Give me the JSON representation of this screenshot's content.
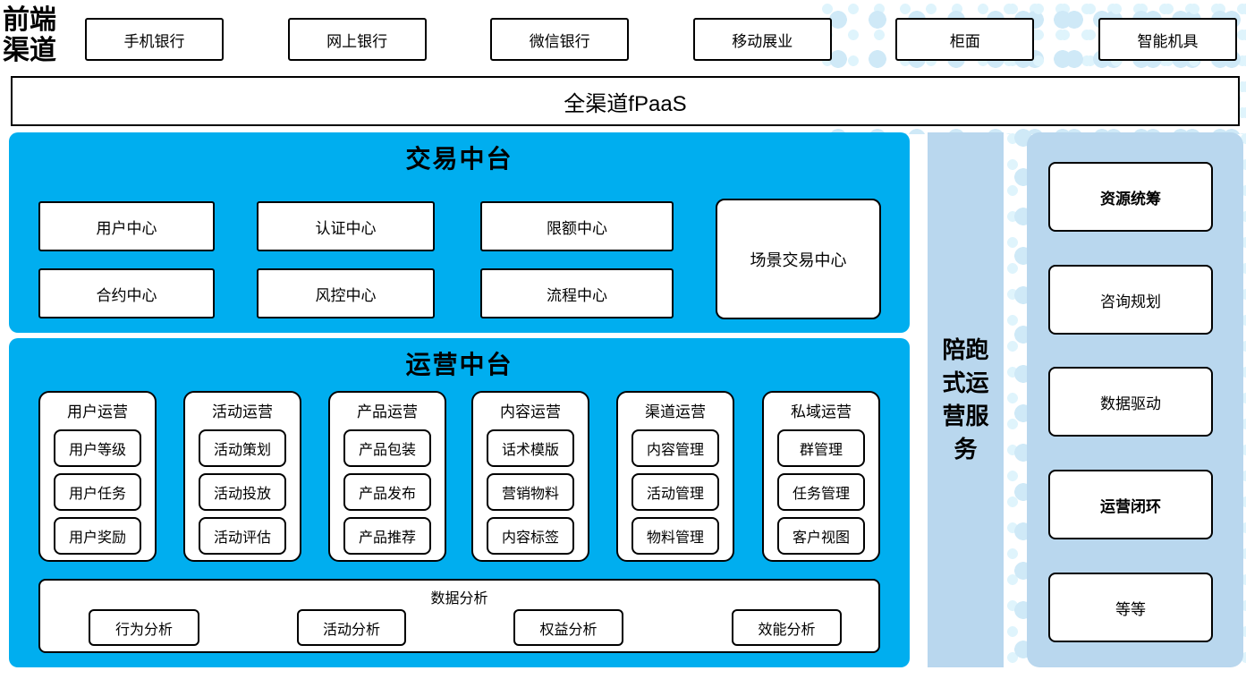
{
  "colors": {
    "platform_blue": "#00aeef",
    "panel_blue": "#b9d7ee",
    "dot_blue_large": "#cfe9f7",
    "dot_blue_small": "#dff4fc",
    "border": "#000000"
  },
  "front_channels": {
    "label": "前端渠道",
    "items": [
      "手机银行",
      "网上银行",
      "微信银行",
      "移动展业",
      "柜面",
      "智能机具"
    ]
  },
  "fpaas": {
    "label": "全渠道fPaaS"
  },
  "trade_platform": {
    "title": "交易中台",
    "centers": [
      "用户中心",
      "认证中心",
      "限额中心",
      "合约中心",
      "风控中心",
      "流程中心"
    ],
    "scene_center": "场景交易中心"
  },
  "ops_platform": {
    "title": "运营中台",
    "groups": [
      {
        "title": "用户运营",
        "items": [
          "用户等级",
          "用户任务",
          "用户奖励"
        ]
      },
      {
        "title": "活动运营",
        "items": [
          "活动策划",
          "活动投放",
          "活动评估"
        ]
      },
      {
        "title": "产品运营",
        "items": [
          "产品包装",
          "产品发布",
          "产品推荐"
        ]
      },
      {
        "title": "内容运营",
        "items": [
          "话术模版",
          "营销物料",
          "内容标签"
        ]
      },
      {
        "title": "渠道运营",
        "items": [
          "内容管理",
          "活动管理",
          "物料管理"
        ]
      },
      {
        "title": "私域运营",
        "items": [
          "群管理",
          "任务管理",
          "客户视图"
        ]
      }
    ],
    "data_analysis": {
      "title": "数据分析",
      "items": [
        "行为分析",
        "活动分析",
        "权益分析",
        "效能分析"
      ]
    }
  },
  "side_strip": {
    "label": "陪跑式运营服务"
  },
  "right_panel": {
    "items": [
      {
        "label": "资源统筹",
        "bold": true
      },
      {
        "label": "咨询规划",
        "bold": false
      },
      {
        "label": "数据驱动",
        "bold": false
      },
      {
        "label": "运营闭环",
        "bold": true
      },
      {
        "label": "等等",
        "bold": false
      }
    ]
  }
}
